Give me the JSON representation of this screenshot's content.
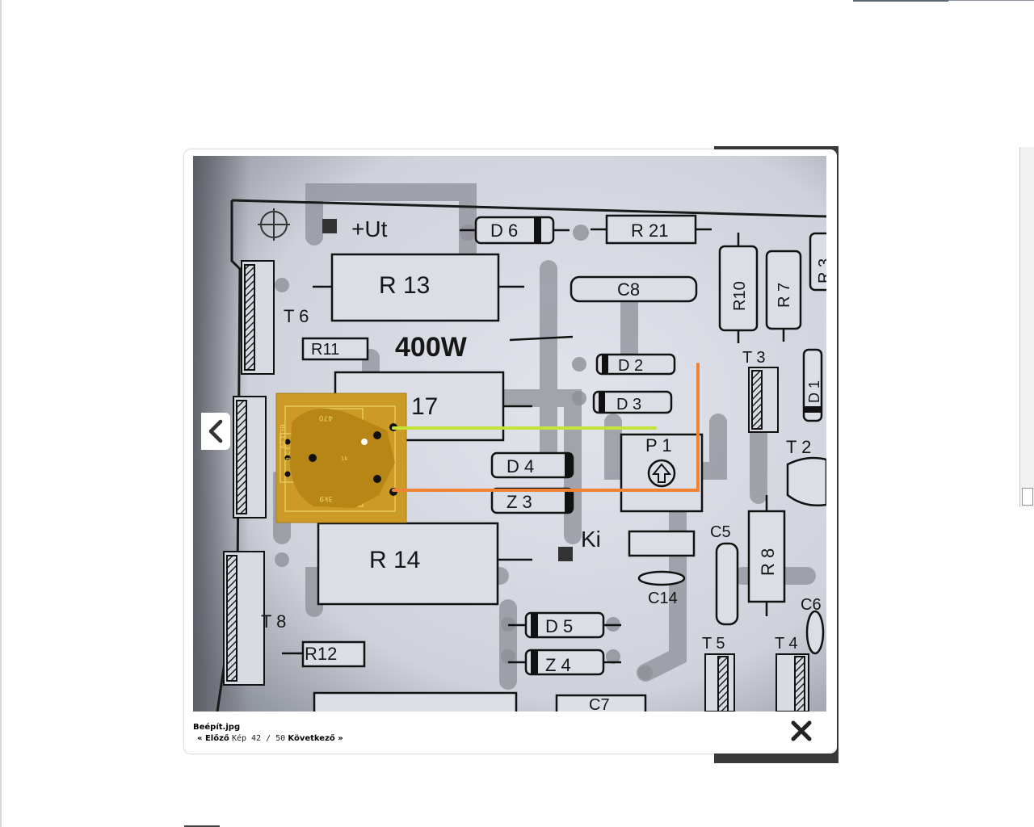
{
  "lightbox": {
    "file_name": "Beépít.jpg",
    "prev_label": "« Előző",
    "counter_text": "Kép 42 / 50",
    "next_label": "Következő »"
  },
  "schematic": {
    "labels": {
      "ut": "+Ut",
      "d6": "D 6",
      "r21": "R 21",
      "r13": "R 13",
      "c8": "C8",
      "r10": "R10",
      "r7": "R 7",
      "r3": "R 3",
      "t6": "T 6",
      "r11": "R11",
      "w400": "400W",
      "d2": "D 2",
      "t3": "T 3",
      "d1": "D 1",
      "r17": "17",
      "d3": "D 3",
      "p1": "P 1",
      "t2": "T 2",
      "d4": "D 4",
      "z3": "Z 3",
      "c5": "C5",
      "ki": "Ki",
      "r8": "R 8",
      "r14": "R 14",
      "c14": "C14",
      "c6": "C6",
      "t8": "T 8",
      "d5": "D 5",
      "t5": "T 5",
      "t4": "T 4",
      "r12": "R12",
      "z4": "Z 4",
      "c7": "C7"
    },
    "pcb": {
      "top_label": "470",
      "bottom_label": "3k9",
      "side_label": "BD139",
      "pins_label": "B C E",
      "pot_label": "1k"
    }
  },
  "colors": {
    "wire_green": "#c6e33a",
    "wire_orange": "#f08235",
    "pcb": "#cc9a26",
    "paper": "#d4d6de"
  }
}
